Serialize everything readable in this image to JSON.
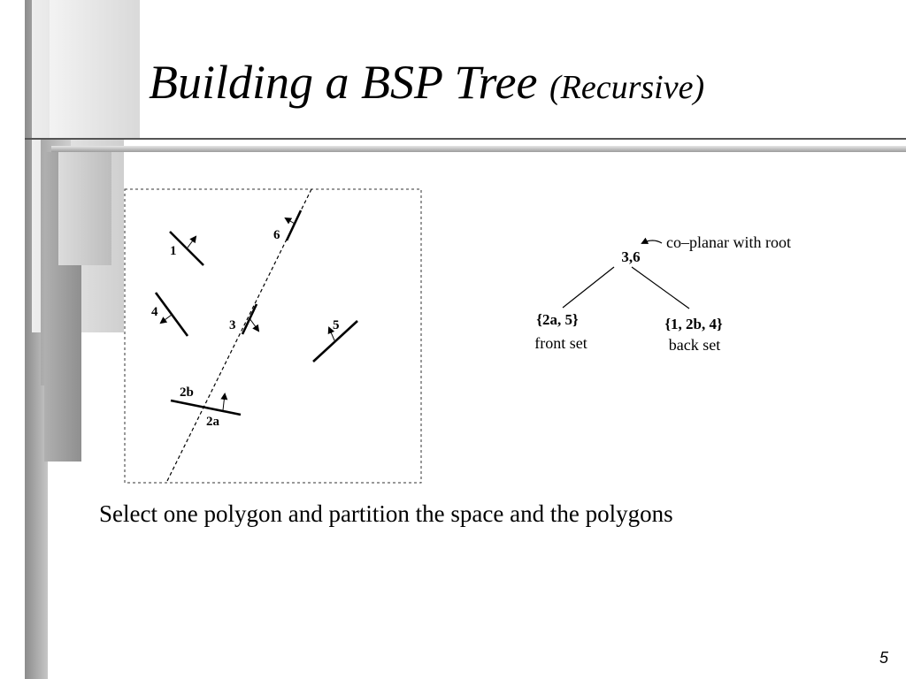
{
  "slide": {
    "title_main": "Building a BSP Tree",
    "title_sub": "(Recursive)",
    "caption": "Select one polygon and partition the space and the polygons",
    "page_number": "5"
  },
  "diagram": {
    "polygon_labels": [
      "1",
      "2a",
      "2b",
      "3",
      "4",
      "5",
      "6"
    ],
    "tree": {
      "root": "3,6",
      "root_note": "co–planar with root",
      "front_node": "{2a, 5}",
      "front_caption": "front set",
      "back_node": "{1, 2b, 4}",
      "back_caption": "back set"
    }
  },
  "colors": {
    "sidebar_dark": "#9a9a9a",
    "sidebar_light": "#d8d8d8",
    "rule": "#555555"
  }
}
